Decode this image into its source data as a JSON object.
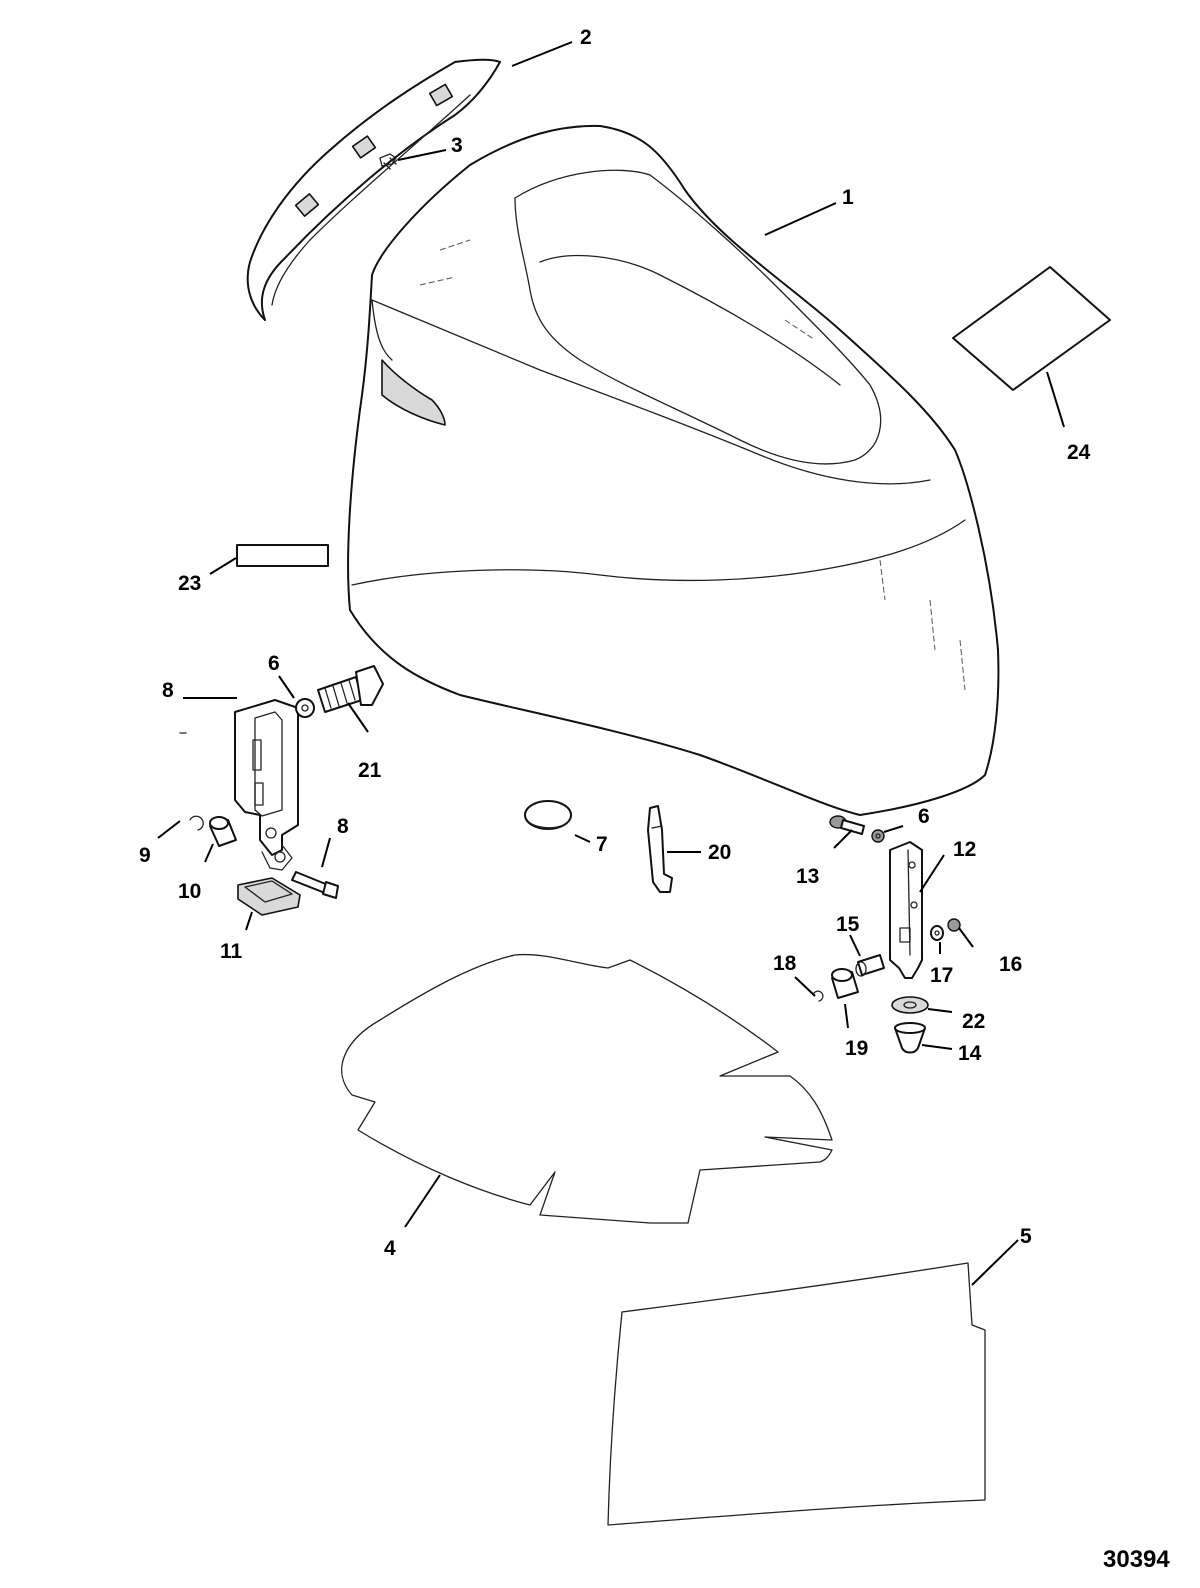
{
  "figure_number": "30394",
  "callouts": [
    {
      "id": "c1",
      "label": "1"
    },
    {
      "id": "c2",
      "label": "2"
    },
    {
      "id": "c3",
      "label": "3"
    },
    {
      "id": "c4",
      "label": "4"
    },
    {
      "id": "c5",
      "label": "5"
    },
    {
      "id": "c6a",
      "label": "6"
    },
    {
      "id": "c6b",
      "label": "6"
    },
    {
      "id": "c7",
      "label": "7"
    },
    {
      "id": "c8a",
      "label": "8"
    },
    {
      "id": "c8b",
      "label": "8"
    },
    {
      "id": "c9",
      "label": "9"
    },
    {
      "id": "c10",
      "label": "10"
    },
    {
      "id": "c11",
      "label": "11"
    },
    {
      "id": "c12",
      "label": "12"
    },
    {
      "id": "c13",
      "label": "13"
    },
    {
      "id": "c14",
      "label": "14"
    },
    {
      "id": "c15",
      "label": "15"
    },
    {
      "id": "c16",
      "label": "16"
    },
    {
      "id": "c17",
      "label": "17"
    },
    {
      "id": "c18",
      "label": "18"
    },
    {
      "id": "c19",
      "label": "19"
    },
    {
      "id": "c20",
      "label": "20"
    },
    {
      "id": "c21",
      "label": "21"
    },
    {
      "id": "c22",
      "label": "22"
    },
    {
      "id": "c23",
      "label": "23"
    },
    {
      "id": "c24",
      "label": "24"
    }
  ]
}
